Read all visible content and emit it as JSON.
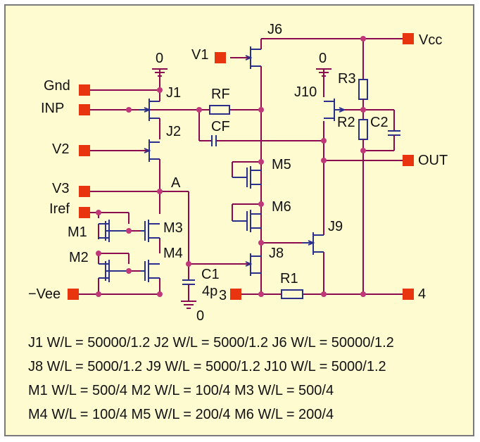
{
  "schematic": {
    "pins": {
      "vcc": "Vcc",
      "v1": "V1",
      "gnd": "Gnd",
      "inp": "INP",
      "v2": "V2",
      "v3": "V3",
      "iref": "Iref",
      "vee": "−Vee",
      "out": "OUT",
      "n3": "3",
      "n4": "4"
    },
    "grounds": {
      "g1": "0",
      "g2": "0",
      "g3": "0"
    },
    "components": {
      "j1": "J1",
      "j2": "J2",
      "j6": "J6",
      "j8": "J8",
      "j9": "J9",
      "j10": "J10",
      "m1": "M1",
      "m2": "M2",
      "m3": "M3",
      "m4": "M4",
      "m5": "M5",
      "m6": "M6",
      "rf": "RF",
      "cf": "CF",
      "r1": "R1",
      "r2": "R2",
      "r3": "R3",
      "c1": "C1",
      "c2": "C2",
      "c1_value": "4p",
      "node_a": "A"
    }
  },
  "specs": [
    "J1 W/L = 50000/1.2 J2 W/L = 5000/1.2  J6 W/L = 50000/1.2",
    "J8 W/L = 5000/1.2 J9 W/L = 5000/1.2 J10 W/L = 5000/1.2",
    "M1 W/L = 500/4    M2 W/L = 100/4 M3 W/L = 500/4",
    "M4 W/L = 100/4   M5 W/L = 200/4 M6 W/L = 200/4"
  ],
  "colors": {
    "wire": "#8b0a4f",
    "device": "#2a2f8c",
    "pad": "#e8350f",
    "background": "#fffbd0"
  }
}
